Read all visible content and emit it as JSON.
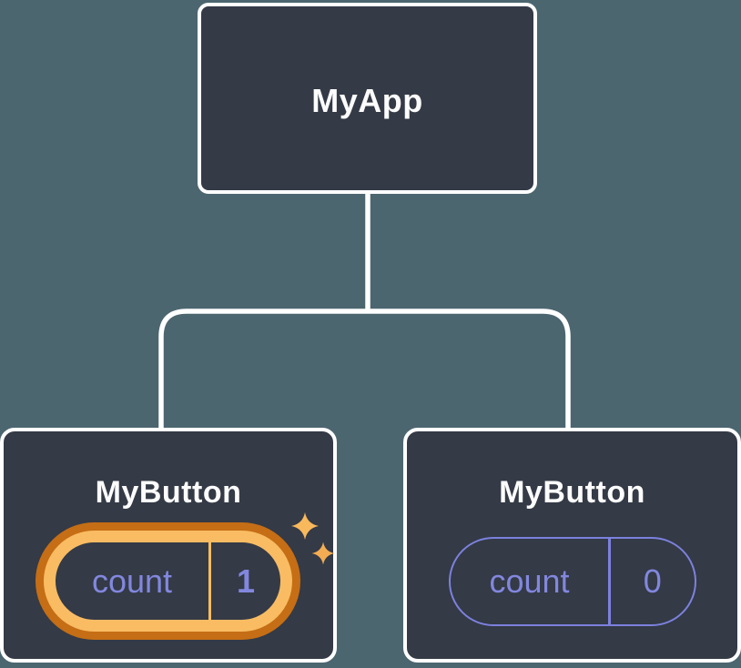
{
  "diagram": {
    "kind": "component-tree",
    "root": {
      "label": "MyApp"
    },
    "children": [
      {
        "label": "MyButton",
        "state_name": "count",
        "state_value": "1",
        "highlighted": true
      },
      {
        "label": "MyButton",
        "state_name": "count",
        "state_value": "0",
        "highlighted": false
      }
    ]
  },
  "icons": {
    "sparkle_large": "four-point-sparkle",
    "sparkle_small": "four-point-sparkle"
  },
  "colors": {
    "background": "#4c6670",
    "node_fill": "#343a46",
    "node_border": "#ffffff",
    "node_text": "#fcfcfc",
    "state_text": "#8287de",
    "state_border": "#7c81dd",
    "highlight_outer": "#c56e15",
    "highlight_inner": "#f9bc63",
    "sparkle": "#f8b85c"
  }
}
